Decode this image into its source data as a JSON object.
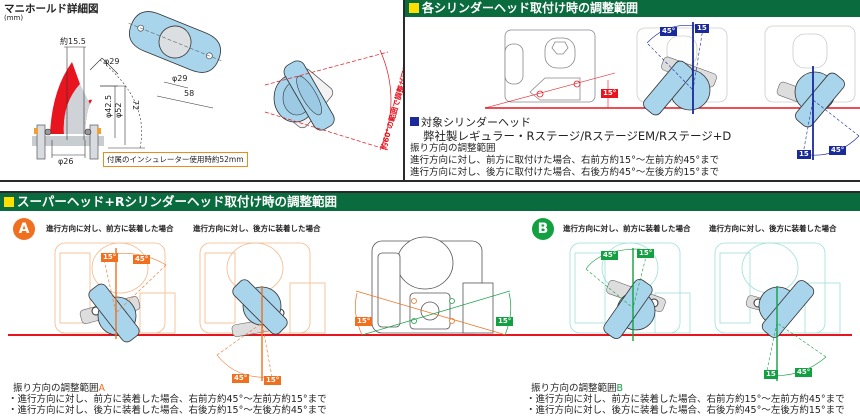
{
  "manifold": {
    "title": "マニホールド詳細図",
    "unit": "(mm)",
    "dims": {
      "top_width": "約15.5",
      "outlet_dia": "φ29",
      "inner_dia_1": "φ42.5",
      "inner_dia_2": "φ52",
      "inlet_dia": "φ26",
      "length": "72",
      "flange_hole_dia": "φ29",
      "flange_pitch": "58"
    },
    "insulator_note": "付属のインシュレーター使用時約52mm",
    "rotation_note": "約60°の範囲で調整が可能"
  },
  "cylinder_section": {
    "header": "各シリンダーヘッド取付け時の調整範囲",
    "angle_15": "15°",
    "angle_45": "45°",
    "angle_15_short": "15",
    "target_title": "対象シリンダーヘッド",
    "target_models": "弊社製レギュラー・Rステージ/RステージEM/Rステージ+D",
    "range_title": "振り方向の調整範囲",
    "range_lines": [
      "進行方向に対し、前方に取付けた場合、右前方約15°〜左前方約45°まで",
      "進行方向に対し、後方に取付けた場合、右後方約45°〜左後方約15°まで"
    ],
    "colors": {
      "accent": "#1a2a9a",
      "baseline": "#e8141e"
    }
  },
  "super_section": {
    "header": "スーパーヘッド+Rシリンダーヘッド取付け時の調整範囲",
    "center_angle_left": "15°",
    "center_angle_right": "15°",
    "group_a": {
      "badge": "A",
      "color": "#f07020",
      "front_caption": "進行方向に対し、前方に装着した場合",
      "rear_caption": "進行方向に対し、後方に装着した場合",
      "front_tags": [
        "15°",
        "45°"
      ],
      "rear_tags": [
        "45°",
        "15°"
      ],
      "range_title": "振り方向の調整範囲",
      "range_suffix": "A",
      "range_lines": [
        "・進行方向に対し、前方に装着した場合、右前方約45°〜左前方約15°まで",
        "・進行方向に対し、後方に装着した場合、右後方約15°〜左後方約45°まで"
      ]
    },
    "group_b": {
      "badge": "B",
      "color": "#12a040",
      "front_caption": "進行方向に対し、前方に装着した場合",
      "rear_caption": "進行方向に対し、後方に装着した場合",
      "front_tags": [
        "45°",
        "15°"
      ],
      "rear_tags": [
        "15",
        "45°"
      ],
      "range_title": "振り方向の調整範囲",
      "range_suffix": "B",
      "range_lines": [
        "・進行方向に対し、前方に装着した場合、右前方約15°〜左前方約45°まで",
        "・進行方向に対し、後方に装着した場合、右後方約45°〜左後方約15°まで"
      ]
    }
  }
}
